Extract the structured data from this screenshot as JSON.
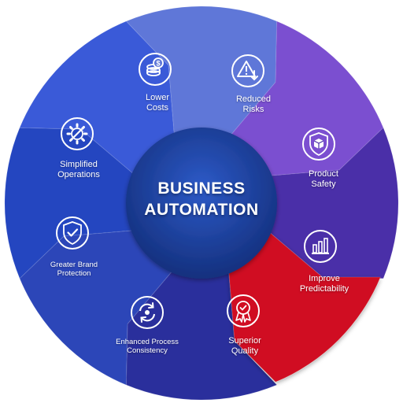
{
  "center": {
    "line1": "BUSINESS",
    "line2": "AUTOMATION"
  },
  "segments": [
    {
      "id": "lower-costs",
      "label": "Lower\nCosts",
      "icon": "coins-dollar-icon"
    },
    {
      "id": "reduced-risks",
      "label": "Reduced\nRisks",
      "icon": "warning-triangle-icon"
    },
    {
      "id": "product-safety",
      "label": "Product\nSafety",
      "icon": "shield-box-icon"
    },
    {
      "id": "improve-predict",
      "label": "Improve\nPredictability",
      "icon": "bar-chart-icon"
    },
    {
      "id": "superior-quality",
      "label": "Superior\nQuality",
      "icon": "award-badge-icon"
    },
    {
      "id": "enhanced-process",
      "label": "Enhanced Process\nConsistency",
      "icon": "cycle-arrows-icon"
    },
    {
      "id": "greater-brand",
      "label": "Greater Brand\nProtection",
      "icon": "shield-check-icon"
    },
    {
      "id": "simplified-ops",
      "label": "Simplified\nOperations",
      "icon": "gear-wrench-icon"
    }
  ],
  "colors": {
    "lower_costs": "#5f77d8",
    "reduced_risks": "#7b4fd0",
    "product_safety": "#4a2fa8",
    "improve_predict": "#d01020",
    "superior_quality": "#2a2f9c",
    "enhanced_process": "#2c46b8",
    "greater_brand": "#2446c0",
    "simplified_ops": "#3a5ad8",
    "center": "#1c3f9e"
  }
}
